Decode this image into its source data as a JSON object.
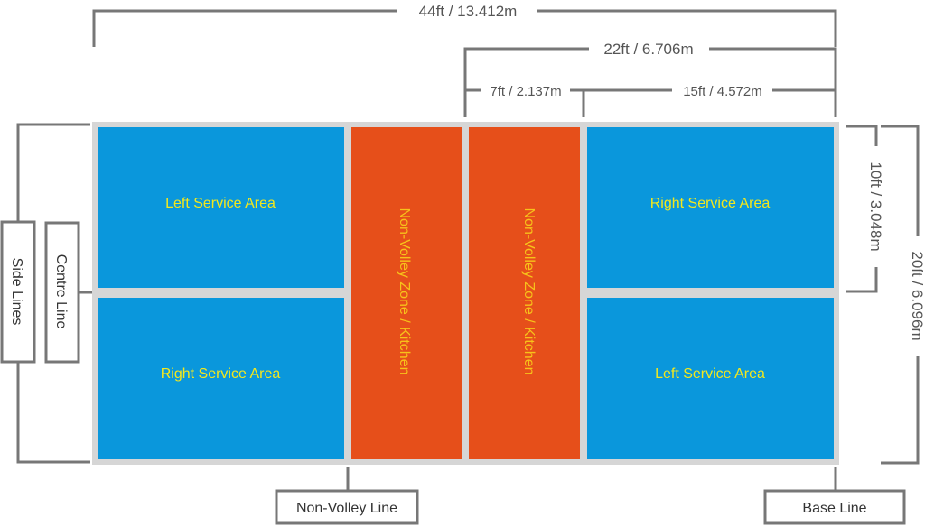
{
  "dimensions": {
    "total_length": "44ft / 13.412m",
    "half_length": "22ft / 6.706m",
    "kitchen_depth": "7ft / 2.137m",
    "service_depth": "15ft / 4.572m",
    "half_width": "10ft / 3.048m",
    "total_width": "20ft / 6.096m"
  },
  "areas": {
    "left_top": "Left Service Area",
    "left_bottom": "Right Service Area",
    "right_top": "Right Service Area",
    "right_bottom": "Left Service Area",
    "kitchen_left": "Non-Volley Zone / Kitchen",
    "kitchen_right": "Non-Volley Zone / Kitchen"
  },
  "labels": {
    "side_lines": "Side Lines",
    "centre_line": "Centre Line",
    "non_volley_line": "Non-Volley Line",
    "base_line": "Base Line"
  },
  "colors": {
    "service": "#0a97dc",
    "kitchen": "#e64f1a",
    "lines": "#d6d6d6",
    "bracket": "#777777",
    "service_text": "#f4e81c",
    "kitchen_text": "#f7c21a"
  }
}
